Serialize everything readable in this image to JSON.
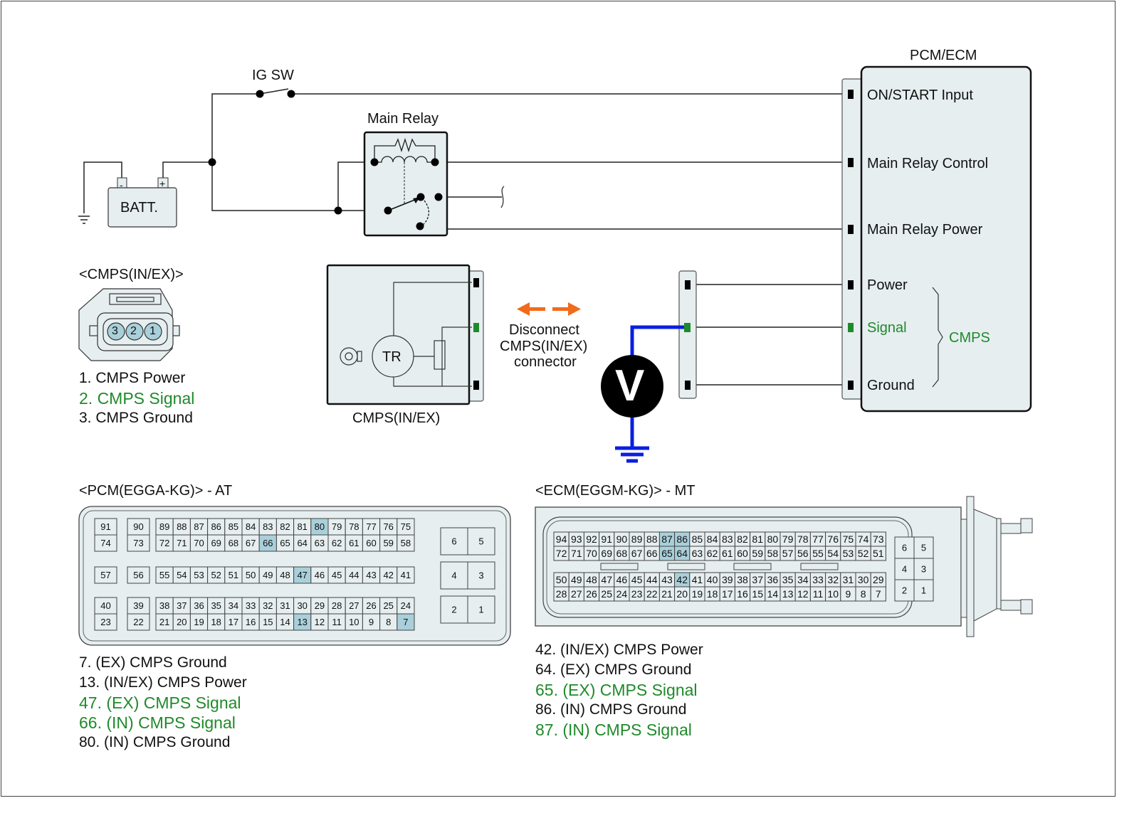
{
  "colors": {
    "signal_green": "#1f8a2a",
    "probe_blue": "#0a1fe0",
    "arrow_orange": "#f26a1b",
    "highlight_pin": "#a9d0da",
    "component_fill": "#e6eef0"
  },
  "schematic": {
    "ig_switch_label": "IG SW",
    "battery_label": "BATT.",
    "battery_neg": "-",
    "battery_pos": "+",
    "main_relay_label": "Main Relay",
    "ecu": {
      "title": "PCM/ECM",
      "pins": [
        {
          "label": "ON/START Input",
          "signal": false
        },
        {
          "label": "Main Relay Control",
          "signal": false
        },
        {
          "label": "Main Relay Power",
          "signal": false
        },
        {
          "label": "Power",
          "signal": false
        },
        {
          "label": "Signal",
          "signal": true
        },
        {
          "label": "Ground",
          "signal": false
        }
      ],
      "group_label": "CMPS"
    },
    "sensor": {
      "title": "CMPS(IN/EX)",
      "inner_label": "TR"
    },
    "instruction": [
      "Disconnect",
      "CMPS(IN/EX)",
      "connector"
    ],
    "meter_label": "V"
  },
  "cmps_connector": {
    "title": "<CMPS(IN/EX)>",
    "pins_shown": [
      "3",
      "2",
      "1"
    ],
    "legend": [
      {
        "text": "1. CMPS Power",
        "signal": false
      },
      {
        "text": "2. CMPS Signal",
        "signal": true
      },
      {
        "text": "3. CMPS Ground",
        "signal": false
      }
    ]
  },
  "pcm_connector": {
    "title": "<PCM(EGGA-KG)> - AT",
    "highlighted": [
      "80",
      "66",
      "47",
      "13",
      "7"
    ],
    "rows": {
      "r1_single": [
        "91",
        "90"
      ],
      "r1_main": [
        "89",
        "88",
        "87",
        "86",
        "85",
        "84",
        "83",
        "82",
        "81",
        "80",
        "79",
        "78",
        "77",
        "76",
        "75"
      ],
      "r2_single": [
        "74",
        "73"
      ],
      "r2_main": [
        "72",
        "71",
        "70",
        "69",
        "68",
        "67",
        "66",
        "65",
        "64",
        "63",
        "62",
        "61",
        "60",
        "59",
        "58"
      ],
      "r3_single": [
        "57",
        "56"
      ],
      "r3_main": [
        "55",
        "54",
        "53",
        "52",
        "51",
        "50",
        "49",
        "48",
        "47",
        "46",
        "45",
        "44",
        "43",
        "42",
        "41"
      ],
      "r4_single": [
        "40",
        "39"
      ],
      "r4_main": [
        "38",
        "37",
        "36",
        "35",
        "34",
        "33",
        "32",
        "31",
        "30",
        "29",
        "28",
        "27",
        "26",
        "25",
        "24"
      ],
      "r5_single": [
        "23",
        "22"
      ],
      "r5_main": [
        "21",
        "20",
        "19",
        "18",
        "17",
        "16",
        "15",
        "14",
        "13",
        "12",
        "11",
        "10",
        "9",
        "8",
        "7"
      ],
      "power": [
        [
          "6",
          "5"
        ],
        [
          "4",
          "3"
        ],
        [
          "2",
          "1"
        ]
      ]
    },
    "legend": [
      {
        "text": "7. (EX) CMPS Ground",
        "signal": false
      },
      {
        "text": "13. (IN/EX) CMPS Power",
        "signal": false
      },
      {
        "text": "47. (EX) CMPS Signal",
        "signal": true
      },
      {
        "text": "66. (IN) CMPS Signal",
        "signal": true
      },
      {
        "text": "80. (IN) CMPS Ground",
        "signal": false
      }
    ]
  },
  "ecm_connector": {
    "title": "<ECM(EGGM-KG)> - MT",
    "highlighted": [
      "87",
      "86",
      "65",
      "64",
      "42"
    ],
    "rows": [
      [
        "94",
        "93",
        "92",
        "91",
        "90",
        "89",
        "88",
        "87",
        "86",
        "85",
        "84",
        "83",
        "82",
        "81",
        "80",
        "79",
        "78",
        "77",
        "76",
        "75",
        "74",
        "73"
      ],
      [
        "72",
        "71",
        "70",
        "69",
        "68",
        "67",
        "66",
        "65",
        "64",
        "63",
        "62",
        "61",
        "60",
        "59",
        "58",
        "57",
        "56",
        "55",
        "54",
        "53",
        "52",
        "51"
      ],
      [
        "50",
        "49",
        "48",
        "47",
        "46",
        "45",
        "44",
        "43",
        "42",
        "41",
        "40",
        "39",
        "38",
        "37",
        "36",
        "35",
        "34",
        "33",
        "32",
        "31",
        "30",
        "29"
      ],
      [
        "28",
        "27",
        "26",
        "25",
        "24",
        "23",
        "22",
        "21",
        "20",
        "19",
        "18",
        "17",
        "16",
        "15",
        "14",
        "13",
        "12",
        "11",
        "10",
        "9",
        "8",
        "7"
      ]
    ],
    "power": [
      [
        "6",
        "5"
      ],
      [
        "4",
        "3"
      ],
      [
        "2",
        "1"
      ]
    ],
    "legend": [
      {
        "text": "42. (IN/EX) CMPS Power",
        "signal": false
      },
      {
        "text": "64. (EX) CMPS Ground",
        "signal": false
      },
      {
        "text": "65. (EX) CMPS Signal",
        "signal": true
      },
      {
        "text": "86. (IN) CMPS Ground",
        "signal": false
      },
      {
        "text": "87. (IN) CMPS Signal",
        "signal": true
      }
    ]
  }
}
